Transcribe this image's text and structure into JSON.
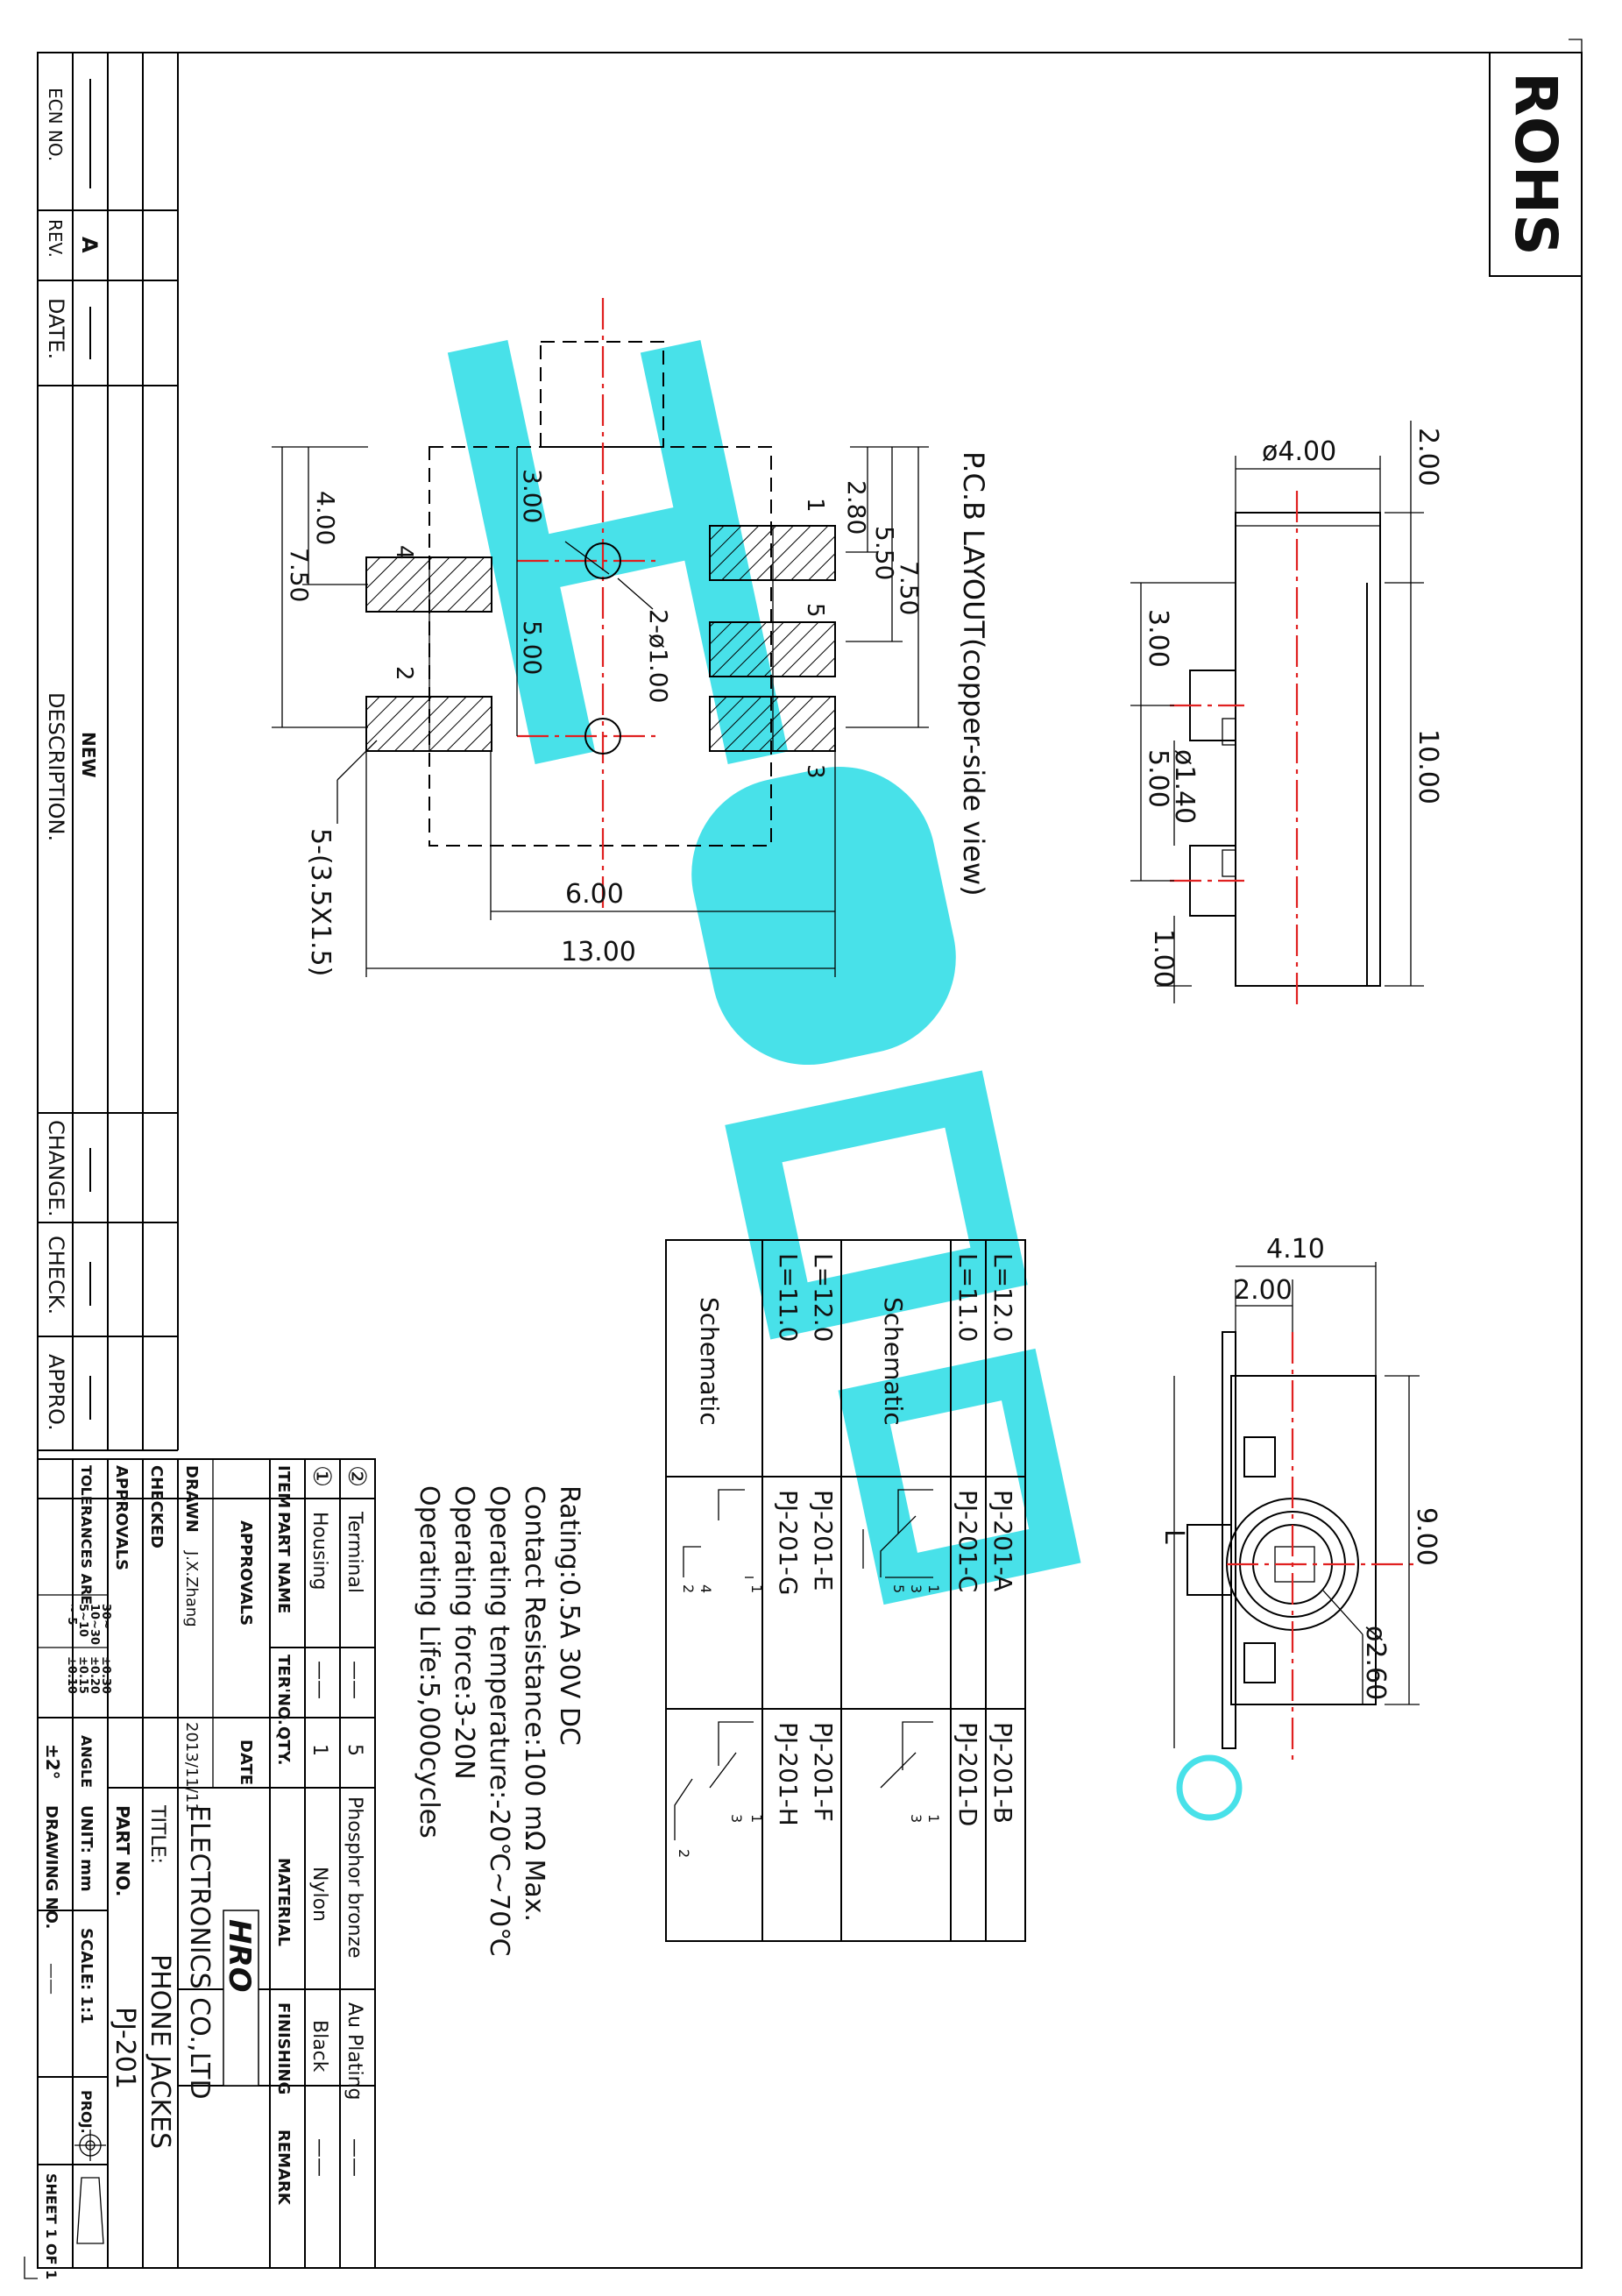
{
  "rohs_label": "ROHS",
  "revision_table": {
    "headers": {
      "ecn": "ECN NO.",
      "rev": "REV.",
      "date": "DATE.",
      "description": "DESCRIPTION.",
      "change": "CHANGE.",
      "check": "CHECK.",
      "appro": "APPRO."
    },
    "row": {
      "rev": "A",
      "description": "NEW"
    }
  },
  "side_view": {
    "dia_top": "ø4.00",
    "dim_top": "2.00",
    "dim_length": "10.00",
    "dim_3": "3.00",
    "dim_5": "5.00",
    "dia_pin": "ø1.40",
    "dim_1": "1.00"
  },
  "front_view": {
    "dim_410": "4.10",
    "dim_200": "2.00",
    "dim_900": "9.00",
    "dia_260": "ø2.60",
    "label_L": "L",
    "registered": "®"
  },
  "pcb_layout": {
    "title": "P.C.B LAYOUT(copper-side view)",
    "dims": {
      "d280": "2.80",
      "d550": "5.50",
      "d750": "7.50",
      "d300": "3.00",
      "d500": "5.00",
      "holes": "2-ø1.00",
      "d400": "4.00",
      "d750b": "7.50",
      "d600": "6.00",
      "d1300": "13.00",
      "pads": "5-(3.5X1.5)"
    },
    "pad_labels": [
      "1",
      "5",
      "3",
      "4",
      "2"
    ]
  },
  "variants_table": {
    "header": "Schematic",
    "rows": [
      {
        "length_a": "L=12.0",
        "length_b": "L=11.0",
        "part_a": "PJ-201-A",
        "part_b": "PJ-201-C",
        "part_c": "PJ-201-B",
        "part_d": "PJ-201-D"
      },
      {
        "length_a": "L=12.0",
        "length_b": "L=11.0",
        "part_a": "PJ-201-E",
        "part_b": "PJ-201-G",
        "part_c": "PJ-201-F",
        "part_d": "PJ-201-H"
      }
    ],
    "pins": {
      "p1": "1",
      "p2": "2",
      "p3": "3",
      "p4": "4",
      "p5": "5"
    }
  },
  "specs": [
    "Rating:0.5A 30V DC",
    "Contact Resistance:100 mΩ Max.",
    "Operating temperature:-20℃~70℃",
    "Operating force:3-20N",
    "Operating Life:5,000cycles"
  ],
  "bom": {
    "headers": {
      "item": "ITEM",
      "part_name": "PART NAME",
      "ter_no": "TER'NO.",
      "qty": "QTY.",
      "material": "MATERIAL",
      "finishing": "FINISHING",
      "remark": "REMARK"
    },
    "rows": [
      {
        "item": "②",
        "part_name": "Terminal",
        "ter_no": "——",
        "qty": "5",
        "material": "Phosphor bronze",
        "finishing": "Au Plating",
        "remark": "——"
      },
      {
        "item": "①",
        "part_name": "Housing",
        "ter_no": "——",
        "qty": "1",
        "material": "Nylon",
        "finishing": "Black",
        "remark": "——"
      }
    ]
  },
  "title_block": {
    "approvals": "APPROVALS",
    "date_label": "DATE",
    "drawn": "DRAWN",
    "drawn_by": "J.X.Zhang",
    "drawn_date": "2013/11/11",
    "checked": "CHECKED",
    "approvals2": "APPROVALS",
    "company": "ELECTRONICS CO.,LTD",
    "logo_text": "HRO",
    "title_label": "TITLE:",
    "title": "PHONE JACKES",
    "part_label": "PART NO.",
    "part_no": "PJ-201",
    "unit": "UNIT: mm",
    "scale": "SCALE: 1:1",
    "proj": "PROJ.",
    "drawing_no": "DRAWING NO.",
    "drawing_no_value": "——",
    "sheet": "SHEET  1 OF 1",
    "tolerances_label": "TOLERANCES ARE",
    "tolerances": [
      [
        "30~",
        "±0.30"
      ],
      [
        "10~30",
        "±0.20"
      ],
      [
        "5~10",
        "±0.15"
      ],
      [
        "~ 5",
        "±0.10"
      ]
    ],
    "angle_label": "ANGLE",
    "angle": "±2°"
  },
  "watermark": {
    "text": "HRO 韩荣",
    "color": "#3fe0e8"
  },
  "colors": {
    "centerline": "#e02020",
    "ink": "#000000"
  }
}
